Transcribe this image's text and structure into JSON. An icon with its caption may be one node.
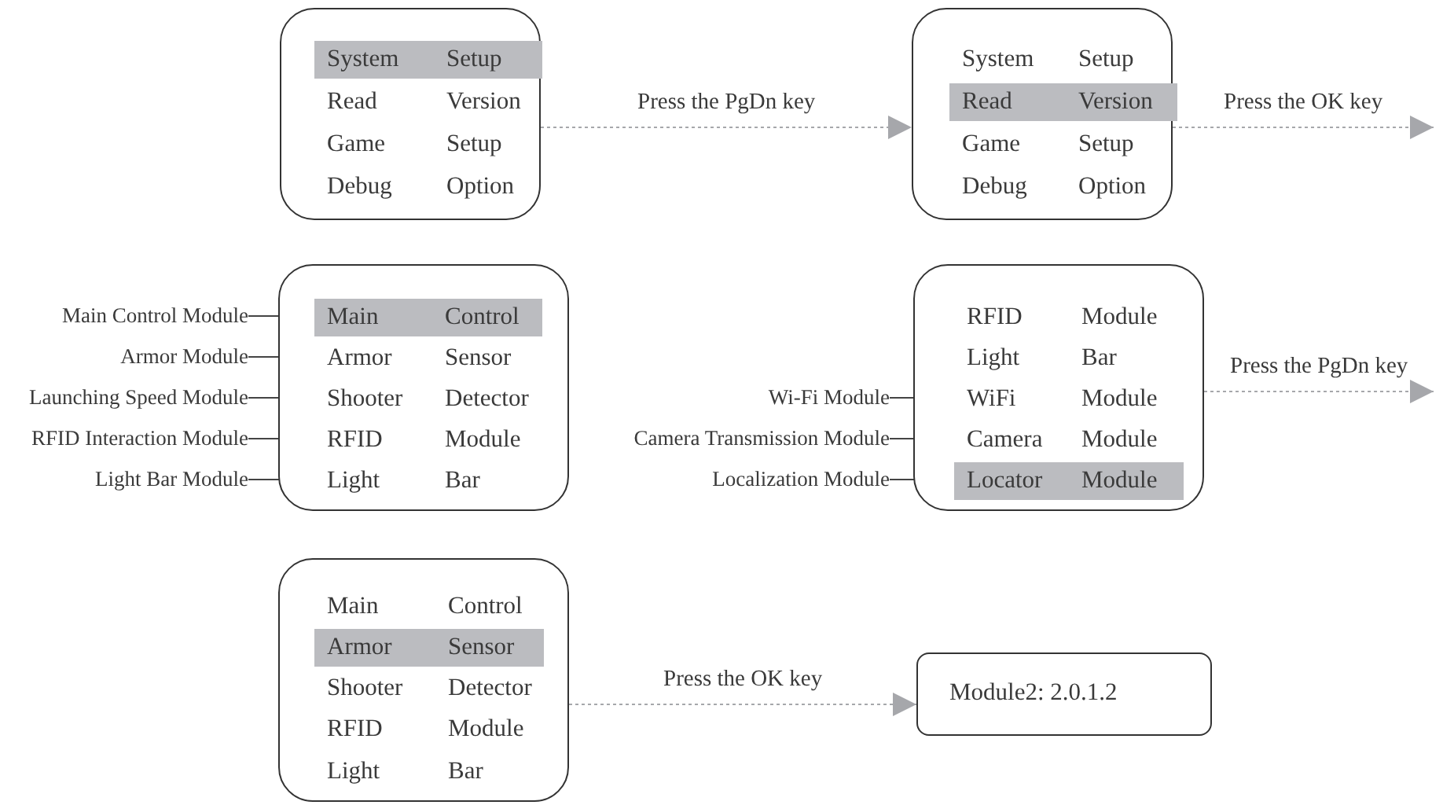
{
  "diagram": {
    "nodes": [
      {
        "text": [],
        "shape": "box"
      },
      {
        "text": [],
        "shape": "bar",
        "in": 0
      },
      {
        "text": [
          "System",
          "Setup"
        ],
        "in": 1
      },
      {
        "text": [
          "Read",
          "Version"
        ],
        "in": 0
      },
      {
        "text": [
          "Game",
          "Setup"
        ],
        "in": 0
      },
      {
        "text": [
          "Debug",
          "Option"
        ],
        "in": 0
      },
      {
        "text": [],
        "shape": "box"
      },
      {
        "text": [
          "System",
          "Setup"
        ],
        "in": 6
      },
      {
        "text": [],
        "shape": "bar",
        "in": 6
      },
      {
        "text": [
          "Read",
          "Version"
        ],
        "in": 8
      },
      {
        "text": [
          "Game",
          "Setup"
        ],
        "in": 6
      },
      {
        "text": [
          "Debug",
          "Option"
        ],
        "in": 6
      },
      {
        "text": [
          "Main Control Module"
        ]
      },
      {
        "text": [
          "Armor Module"
        ]
      },
      {
        "text": [
          "Launching Speed Module"
        ]
      },
      {
        "text": [
          "RFID Interaction Module"
        ]
      },
      {
        "text": [
          "Light Bar Module"
        ]
      },
      {
        "text": [],
        "shape": "box"
      },
      {
        "text": [],
        "shape": "bar",
        "in": 17
      },
      {
        "text": [
          "Main",
          "Control"
        ],
        "in": 18
      },
      {
        "text": [
          "Armor",
          "Sensor"
        ],
        "in": 17
      },
      {
        "text": [
          "Shooter",
          "Detector"
        ],
        "in": 17
      },
      {
        "text": [
          "RFID",
          "Module"
        ],
        "in": 17
      },
      {
        "text": [
          "Light",
          "Bar"
        ],
        "in": 17
      },
      {
        "text": [
          "Wi-Fi Module"
        ]
      },
      {
        "text": [
          "Camera Transmission Module"
        ]
      },
      {
        "text": [
          "Localization Module"
        ]
      },
      {
        "text": [],
        "shape": "box"
      },
      {
        "text": [
          "RFID",
          "Module"
        ],
        "in": 27
      },
      {
        "text": [
          "Light",
          "Bar"
        ],
        "in": 27
      },
      {
        "text": [
          "WiFi",
          "Module"
        ],
        "in": 27
      },
      {
        "text": [
          "Camera",
          "Module"
        ],
        "in": 27
      },
      {
        "text": [],
        "shape": "bar",
        "in": 27
      },
      {
        "text": [
          "Locator",
          "Module"
        ],
        "in": 32
      },
      {
        "text": [],
        "shape": "box"
      },
      {
        "text": [
          "Main",
          "Control"
        ],
        "in": 34
      },
      {
        "text": [],
        "shape": "bar",
        "in": 34
      },
      {
        "text": [
          "Armor",
          "Sensor"
        ],
        "in": 36
      },
      {
        "text": [
          "Shooter",
          "Detector"
        ],
        "in": 34
      },
      {
        "text": [
          "RFID",
          "Module"
        ],
        "in": 34
      },
      {
        "text": [
          "Light",
          "Bar"
        ],
        "in": 34
      },
      {
        "text": [
          "Module2: 2.0.1.2"
        ]
      }
    ],
    "edges": [
      {
        "from": 0,
        "to": 6,
        "arrow": "to",
        "label": "Press the PgDn key",
        "style": "dashed",
        "color": "#a6a7ab"
      },
      {
        "from": 6,
        "to": null,
        "arrow": "to",
        "label": "Press the OK key",
        "style": "dashed",
        "color": "#a6a7ab"
      },
      {
        "from": 27,
        "to": null,
        "arrow": "to",
        "label": "Press the PgDn key",
        "style": "dashed",
        "color": "#a6a7ab"
      },
      {
        "from": 34,
        "to": 41,
        "arrow": "to",
        "label": "Press the OK key",
        "style": "dashed",
        "color": "#a6a7ab"
      },
      {
        "from": 12,
        "to": 19,
        "arrow": "to"
      },
      {
        "from": 13,
        "to": 20,
        "arrow": "to"
      },
      {
        "from": 14,
        "to": 21,
        "arrow": "to"
      },
      {
        "from": 15,
        "to": 22,
        "arrow": "to"
      },
      {
        "from": 16,
        "to": 23,
        "arrow": "to"
      },
      {
        "from": 24,
        "to": 30,
        "arrow": "to"
      },
      {
        "from": 25,
        "to": 31,
        "arrow": "to"
      },
      {
        "from": 26,
        "to": 33,
        "arrow": "to"
      }
    ]
  }
}
